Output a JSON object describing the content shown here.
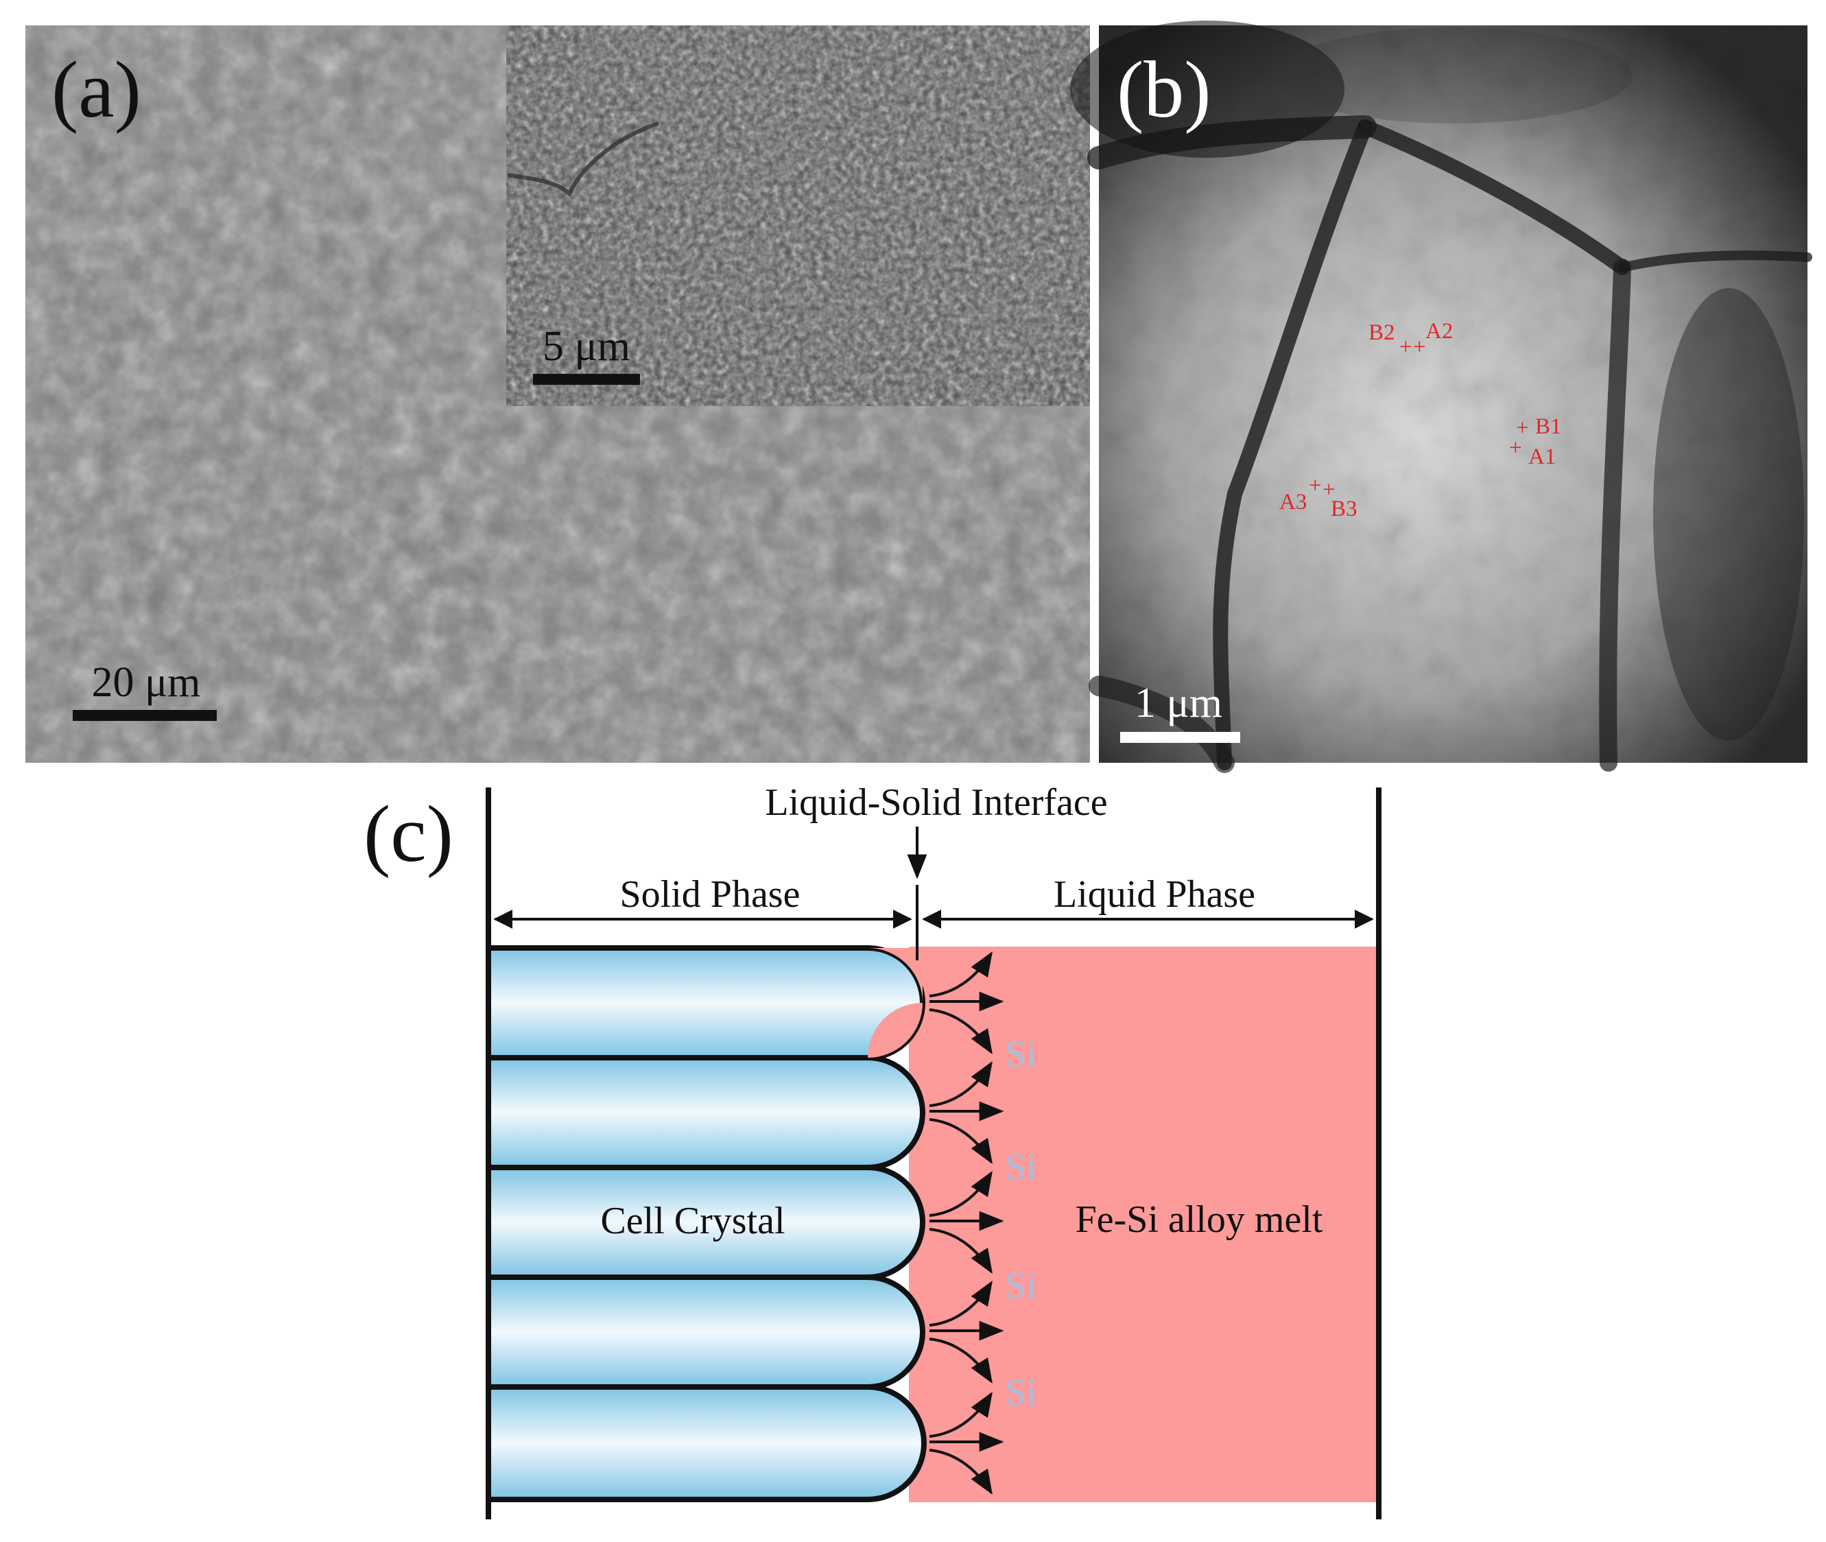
{
  "panels": {
    "a": {
      "label": "(a)",
      "scale_bar": "20 μm",
      "inset_scale_bar": "5 μm"
    },
    "b": {
      "label": "(b)",
      "scale_bar": "1 μm",
      "point_labels": {
        "B2": "B2",
        "A2": "A2",
        "B1": "B1",
        "A1": "A1",
        "A3": "A3",
        "B3": "B3"
      }
    },
    "c": {
      "label": "(c)",
      "interface_label": "Liquid-Solid Interface",
      "solid_phase": "Solid Phase",
      "liquid_phase": "Liquid Phase",
      "cell_crystal": "Cell Crystal",
      "melt": "Fe-Si alloy melt",
      "solute": [
        "Si",
        "Si",
        "Si",
        "Si"
      ]
    }
  },
  "colors": {
    "melt": "#fd9a9a",
    "cell_highlight": "#f2f9fd",
    "cell_edge": "#7fc4e4",
    "point_marker": "#e0282a",
    "solute_text": "#a9bfdc"
  }
}
